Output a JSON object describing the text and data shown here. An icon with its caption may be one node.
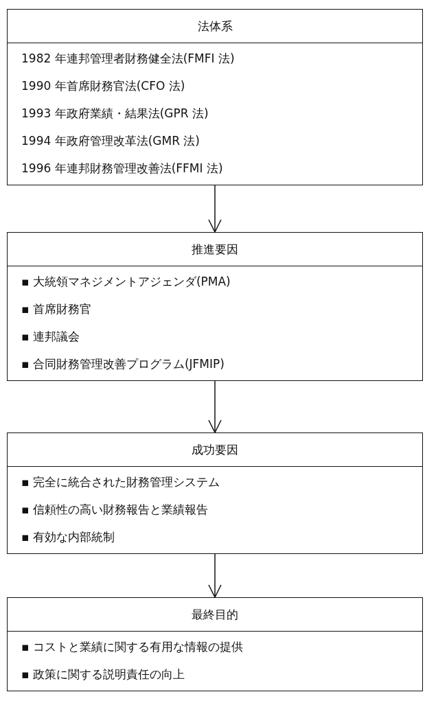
{
  "diagram": {
    "nodes": [
      {
        "text": [
          "法体系",
          "1982 年連邦管理者財務健全法(FMFI 法)",
          "1990 年首席財務官法(CFO 法)",
          "1993 年政府業績・結果法(GPR 法)",
          "1994 年政府管理改革法(GMR 法)",
          "1996 年連邦財務管理改善法(FFMI 法)"
        ]
      },
      {
        "text": [
          "推進要因",
          "▪ 大統領マネジメントアジェンダ(PMA)",
          "▪ 首席財務官",
          "▪ 連邦議会",
          "▪ 合同財務管理改善プログラム(JFMIP)"
        ]
      },
      {
        "text": [
          "成功要因",
          "▪ 完全に統合された財務管理システム",
          "▪ 信頼性の高い財務報告と業績報告",
          "▪ 有効な内部統制"
        ]
      },
      {
        "text": [
          "最終目的",
          "▪ コストと業績に関する有用な情報の提供",
          "▪ 政策に関する説明責任の向上"
        ]
      }
    ],
    "edges": [
      {
        "from": 0,
        "to": 1,
        "arrow": "to"
      },
      {
        "from": 1,
        "to": 2,
        "arrow": "to"
      },
      {
        "from": 2,
        "to": 3,
        "arrow": "to"
      }
    ]
  }
}
